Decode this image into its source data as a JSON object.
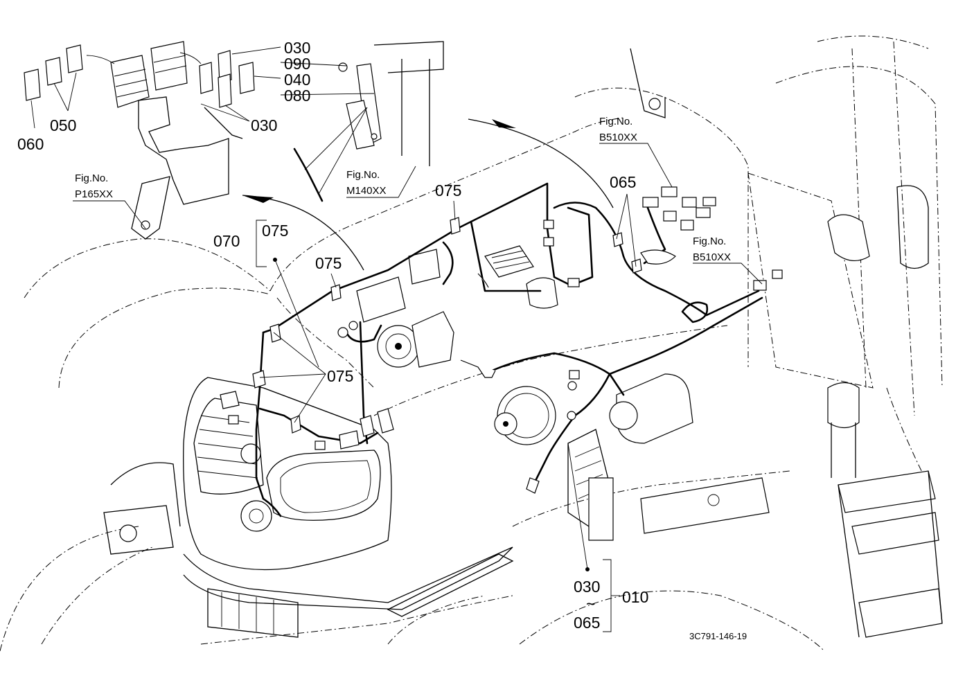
{
  "callouts": {
    "c030_top": "030",
    "c090": "090",
    "c040": "040",
    "c080": "080",
    "c030_mid": "030",
    "c050": "050",
    "c060": "060",
    "c070": "070",
    "c075_a": "075",
    "c075_b": "075",
    "c075_c": "075",
    "c075_d": "075",
    "c065": "065",
    "c030_bottom": "030",
    "c_tilde": "~",
    "c065_bottom": "065",
    "c010": "010"
  },
  "fig_refs": {
    "p165_label": "Fig.No.",
    "p165_code": "P165XX",
    "m140_label": "Fig.No.",
    "m140_code": "M140XX",
    "b510a_label": "Fig.No.",
    "b510a_code": "B510XX",
    "b510b_label": "Fig.No.",
    "b510b_code": "B510XX"
  },
  "drawing_code": "3C791-146-19"
}
